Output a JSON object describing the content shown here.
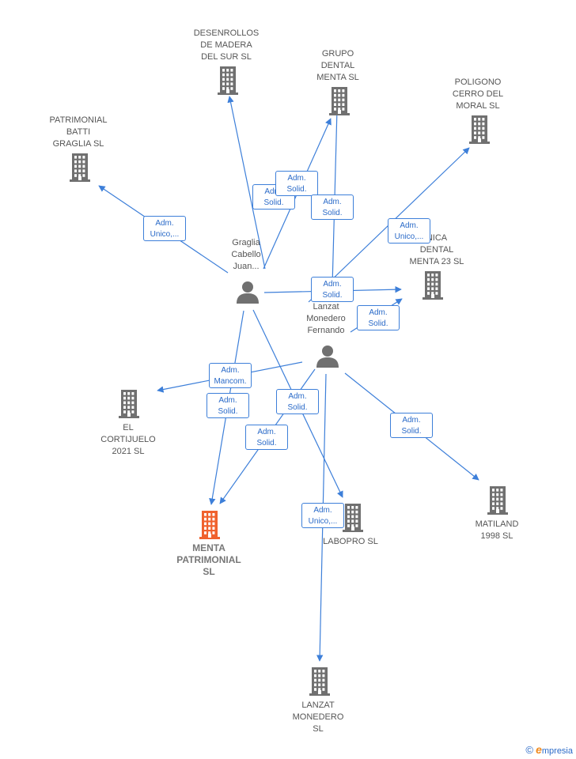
{
  "colors": {
    "edge": "#3d7fd9",
    "building": "#707070",
    "highlight": "#f0622e",
    "person": "#707070"
  },
  "nodes": [
    {
      "id": "desenrollos",
      "kind": "company",
      "label": "DESENROLLOS\nDE MADERA\nDEL SUR  SL"
    },
    {
      "id": "grupo",
      "kind": "company",
      "label": "GRUPO\nDENTAL\nMENTA  SL"
    },
    {
      "id": "poligono",
      "kind": "company",
      "label": "POLIGONO\nCERRO DEL\nMORAL  SL"
    },
    {
      "id": "patrimonial",
      "kind": "company",
      "label": "PATRIMONIAL\nBATTI\nGRAGLIA  SL"
    },
    {
      "id": "clinica",
      "kind": "company",
      "label": "NICA\nDENTAL\nMENTA 23  SL"
    },
    {
      "id": "graglia",
      "kind": "person",
      "label": "Graglia\nCabello\nJuan..."
    },
    {
      "id": "lanzat_p",
      "kind": "person",
      "label": "Lanzat\nMonedero\nFernando"
    },
    {
      "id": "cortijuelo",
      "kind": "company",
      "label": "EL\nCORTIJUELO\n2021  SL"
    },
    {
      "id": "menta",
      "kind": "company-highlight",
      "label": "MENTA\nPATRIMONIAL\nSL"
    },
    {
      "id": "labopro",
      "kind": "company",
      "label": "LABOPRO  SL"
    },
    {
      "id": "matiland",
      "kind": "company",
      "label": "MATILAND\n1998  SL"
    },
    {
      "id": "lanzat_sl",
      "kind": "company",
      "label": "LANZAT\nMONEDERO\nSL"
    }
  ],
  "edge_labels": [
    "Adm.\nUnico,...",
    "Adm.\nSolid.",
    "Adm.\nSolid.",
    "Adm.\nSolid.",
    "Adm.\nSolid.",
    "Adm.\nSolid.",
    "Adm.\nSolid.",
    "Adm.\nMancom.",
    "Adm.\nSolid.",
    "Adm.\nUnico,...",
    "Adm.\nSolid.",
    "Adm.\nSolid.",
    "Adm.\nUnico,..."
  ],
  "footer": {
    "copyright": "©",
    "brand_e": "e",
    "brand_rest": "mpresia"
  }
}
